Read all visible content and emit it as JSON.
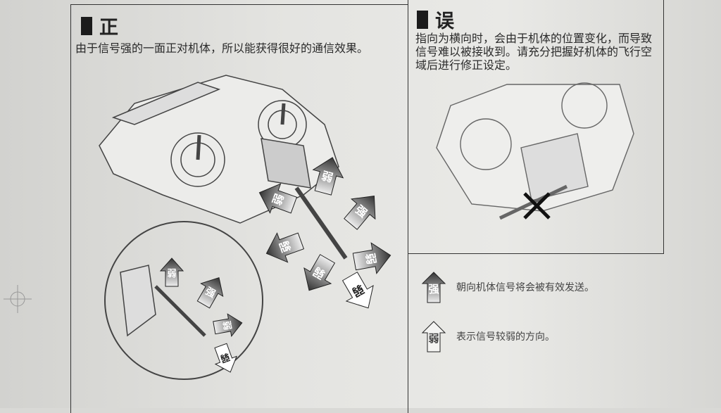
{
  "correct": {
    "title": "正",
    "description": "由于信号强的一面正对机体，所以能获得很好的通信效果。"
  },
  "wrong": {
    "title": "误",
    "description": "指向为横向时，会由于机体的位置变化，而导致信号难以被接收到。请充分把握好机体的飞行空域后进行修正设定。"
  },
  "arrow_labels": {
    "strong": "强",
    "weak": "弱"
  },
  "legend": [
    {
      "icon": "strong-arrow-icon",
      "label": "强",
      "text": "朝向机体信号将会被有效发送。"
    },
    {
      "icon": "weak-arrow-icon",
      "label": "弱",
      "text": "表示信号较弱的方向。"
    }
  ]
}
